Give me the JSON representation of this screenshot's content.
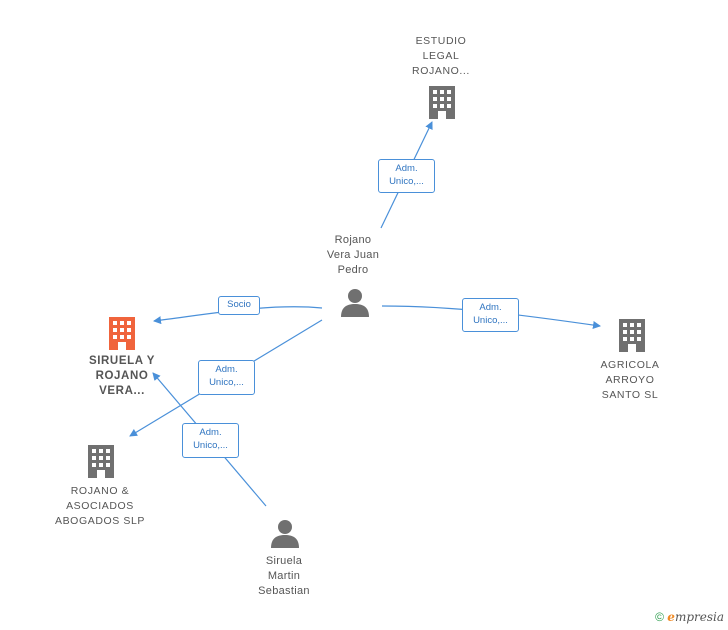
{
  "nodes": {
    "estudio": {
      "label": "ESTUDIO\nLEGAL\nROJANO...",
      "kind": "company",
      "color": "#707070"
    },
    "rojano_vera": {
      "label": "Rojano\nVera Juan\nPedro",
      "kind": "person",
      "color": "#707070"
    },
    "siruela_rojano": {
      "label": "SIRUELA Y\nROJANO\nVERA...",
      "kind": "company",
      "color": "#f0643c"
    },
    "agricola": {
      "label": "AGRICOLA\nARROYO\nSANTO SL",
      "kind": "company",
      "color": "#707070"
    },
    "rojano_asociados": {
      "label": "ROJANO &\nASOCIADOS\nABOGADOS SLP",
      "kind": "company",
      "color": "#707070"
    },
    "siruela_martin": {
      "label": "Siruela\nMartin\nSebastian",
      "kind": "person",
      "color": "#707070"
    }
  },
  "edges": {
    "e1": {
      "label": "Adm.\nUnico,..."
    },
    "e2": {
      "label": "Socio"
    },
    "e3": {
      "label": "Adm.\nUnico,..."
    },
    "e4": {
      "label": "Adm.\nUnico,..."
    },
    "e5": {
      "label": "Adm.\nUnico,..."
    }
  },
  "colors": {
    "edge": "#4a90d9",
    "edge_text": "#2f74c0"
  },
  "footer": {
    "copyright": "©",
    "brand_initial": "e",
    "brand_rest": "mpresia"
  }
}
